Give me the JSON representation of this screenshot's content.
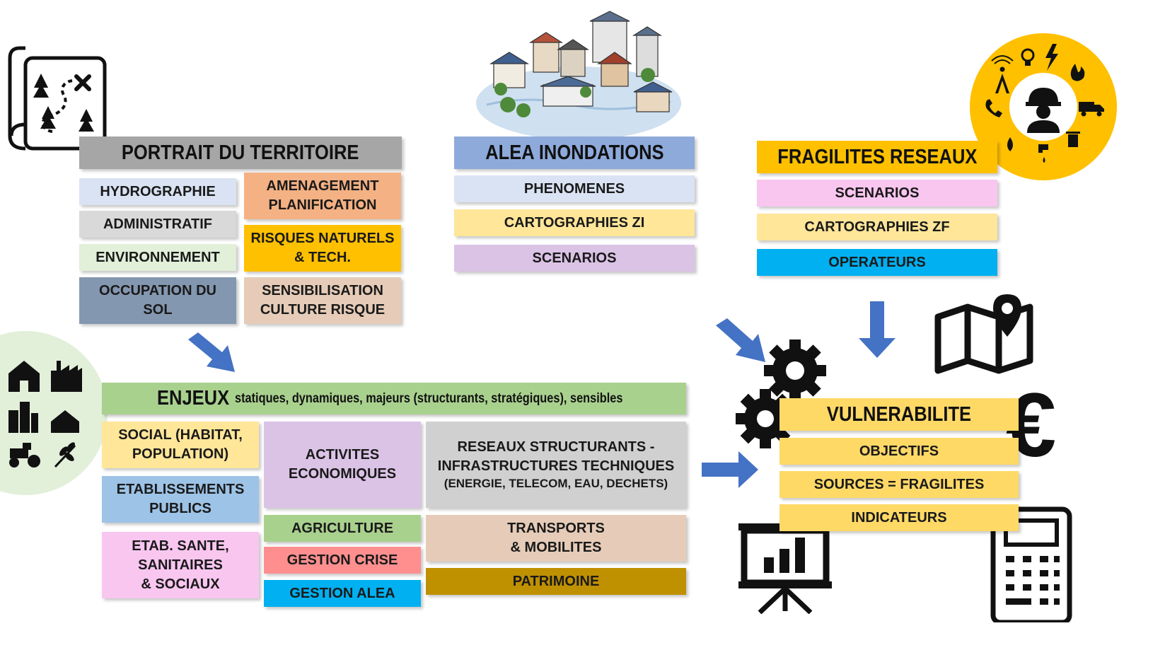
{
  "portrait": {
    "title": "PORTRAIT DU TERRITOIRE",
    "items": [
      "HYDROGRAPHIE",
      "ADMINISTRATIF",
      "ENVIRONNEMENT",
      "OCCUPATION DU\nSOL",
      "AMENAGEMENT\nPLANIFICATION",
      "RISQUES NATURELS\n& TECH.",
      "SENSIBILISATION\nCULTURE RISQUE"
    ]
  },
  "alea": {
    "title": "ALEA INONDATIONS",
    "items": [
      "PHENOMENES",
      "CARTOGRAPHIES ZI",
      "SCENARIOS"
    ]
  },
  "fragilites": {
    "title": "FRAGILITES RESEAUX",
    "items": [
      "SCENARIOS",
      "CARTOGRAPHIES ZF",
      "OPERATEURS"
    ]
  },
  "enjeux": {
    "title": "ENJEUX",
    "subtitle": "statiques, dynamiques, majeurs (structurants, stratégiques), sensibles",
    "items": [
      "SOCIAL (HABITAT,\nPOPULATION)",
      "ETABLISSEMENTS\nPUBLICS",
      "ETAB. SANTE,\nSANITAIRES\n& SOCIAUX",
      "ACTIVITES\nECONOMIQUES",
      "AGRICULTURE",
      "GESTION CRISE",
      "GESTION ALEA",
      "RESEAUX STRUCTURANTS -\nINFRASTRUCTURES TECHNIQUES",
      "(ENERGIE, TELECOM, EAU, DECHETS)",
      "TRANSPORTS\n& MOBILITES",
      "PATRIMOINE"
    ]
  },
  "vulnerabilite": {
    "title": "VULNERABILITE",
    "items": [
      "OBJECTIFS",
      "SOURCES = FRAGILITES",
      "INDICATEURS"
    ]
  },
  "icons": {
    "euro_symbol": "€",
    "names": [
      "treasure-map-icon",
      "flooded-town-illustration",
      "utility-network-icon",
      "stakes-icons",
      "gears-icon",
      "map-pin-icon",
      "euro-icon",
      "presentation-chart-icon",
      "calculator-icon"
    ]
  },
  "colors": {
    "portrait_header": "#a6a6a6",
    "alea_header": "#8eaadb",
    "fragilites_header": "#ffc000",
    "enjeux_header": "#a9d18e",
    "vulnerabilite_header": "#ffd966",
    "arrow": "#4472c4"
  }
}
